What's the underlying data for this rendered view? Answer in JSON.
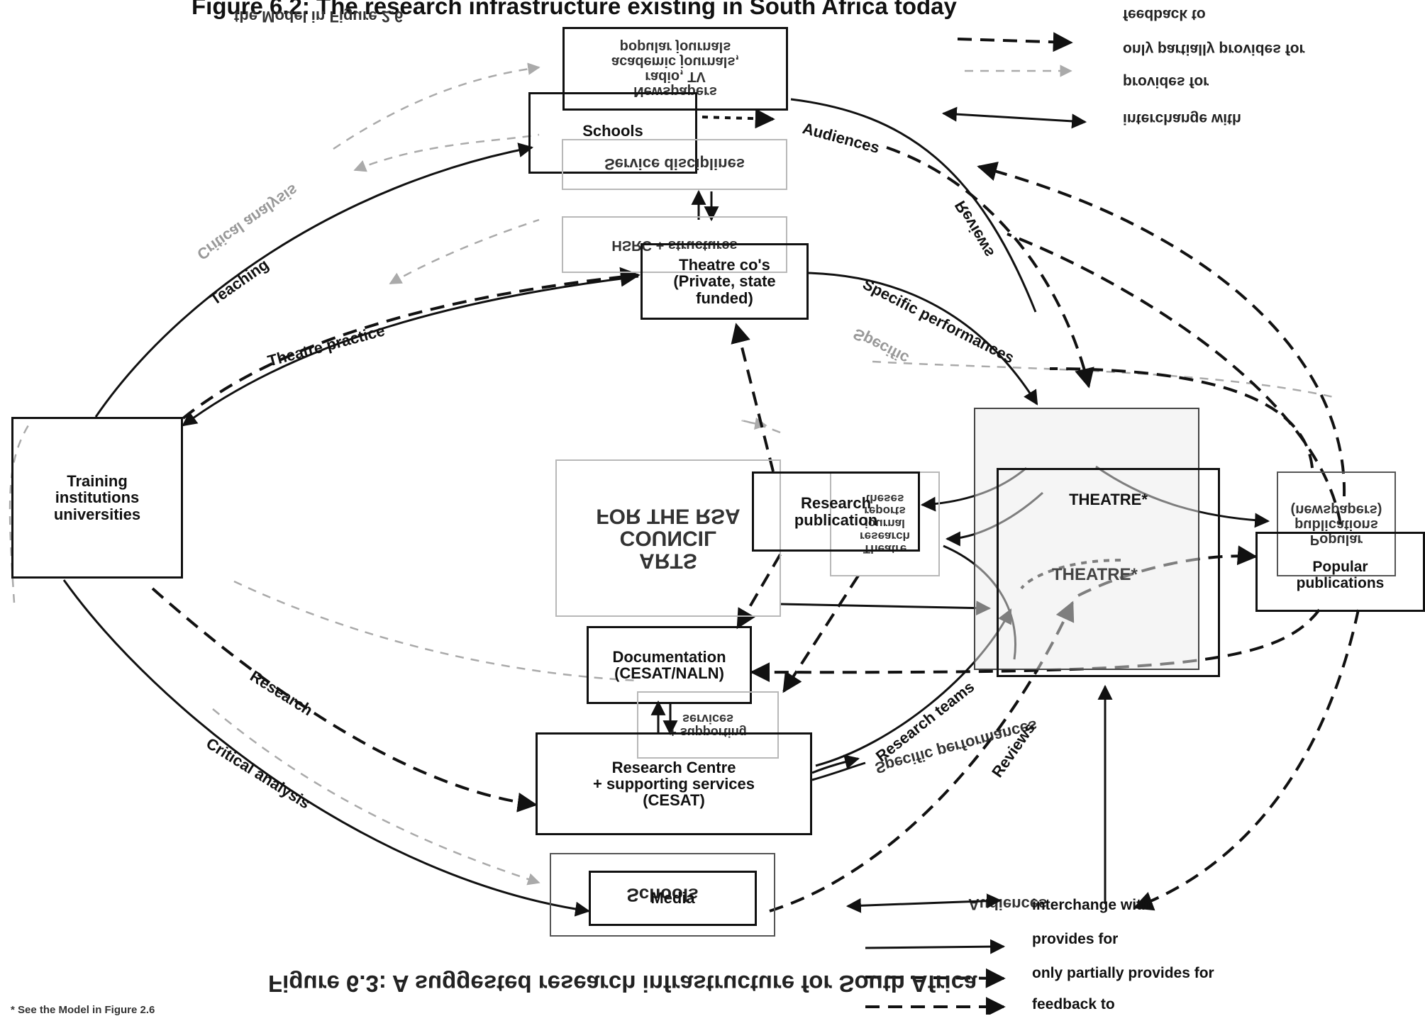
{
  "figure_top_title": "Figure 6.2: The research infrastructure existing in South Africa today",
  "figure_top_title_overlay": "the Model in Figure 2.6",
  "figure_bottom_title": "Figure 6.3: A suggested research infrastructure for South Africa",
  "footnote": "* See the Model in Figure 2.6",
  "nodes": {
    "training": "Training\ninstitutions\nuniversities",
    "schools": "Schools",
    "newspapers_mirror": "Newspapers\nradio, TV\nacademic journals,\npopular journals",
    "service_disciplines_mirror": "Service disciplines",
    "hsrc_mirror": "HSRC + structures",
    "theatre_cos": "Theatre co's\n(Private, state\nfunded)",
    "arts_council_mirror": "ARTS\nCOUNCIL\nFOR THE RSA",
    "research_publication": "Research\npublication",
    "theatre_research_journal_mirror": "Theatre\nresearch\njournal\nreports\ntheses",
    "theatre_top": "THEATRE*",
    "theatre_bottom": "THEATRE*",
    "popular_publications": "Popular\npublications",
    "popular_publications_mirror": "Popular\npublications\n(newspapers)",
    "documentation": "Documentation\n(CESAT/NALN)",
    "research_centre": "Research Centre\n+ supporting services\n(CESAT)",
    "research_centre_mirror": "+ supporting\nservices",
    "media": "Media",
    "schools_mirror": "Schools"
  },
  "labels": {
    "teaching": "Teaching",
    "theatre_practice": "Theatre practice",
    "research": "Research",
    "critical_analysis": "Critical analysis",
    "audiences_top": "Audiences",
    "reviews_top": "Reviews",
    "specific_performances_top": "Specific performances",
    "research_teams": "Research teams",
    "specific_performances_bottom": "Specific performances",
    "reviews_bottom": "Reviews",
    "audiences_bottom": "Audiences",
    "critical_analysis_ghost": "Critical analysis",
    "specific_ghost": "Specific"
  },
  "legend_bottom": {
    "interchange": "interchange with",
    "provides": "provides for",
    "partial": "only partially provides for",
    "feedback": "feedback to"
  },
  "legend_top_mirror": {
    "feedback": "feedback to",
    "partial": "only partially provides for",
    "provides": "provides for",
    "interchange": "interchange with"
  }
}
